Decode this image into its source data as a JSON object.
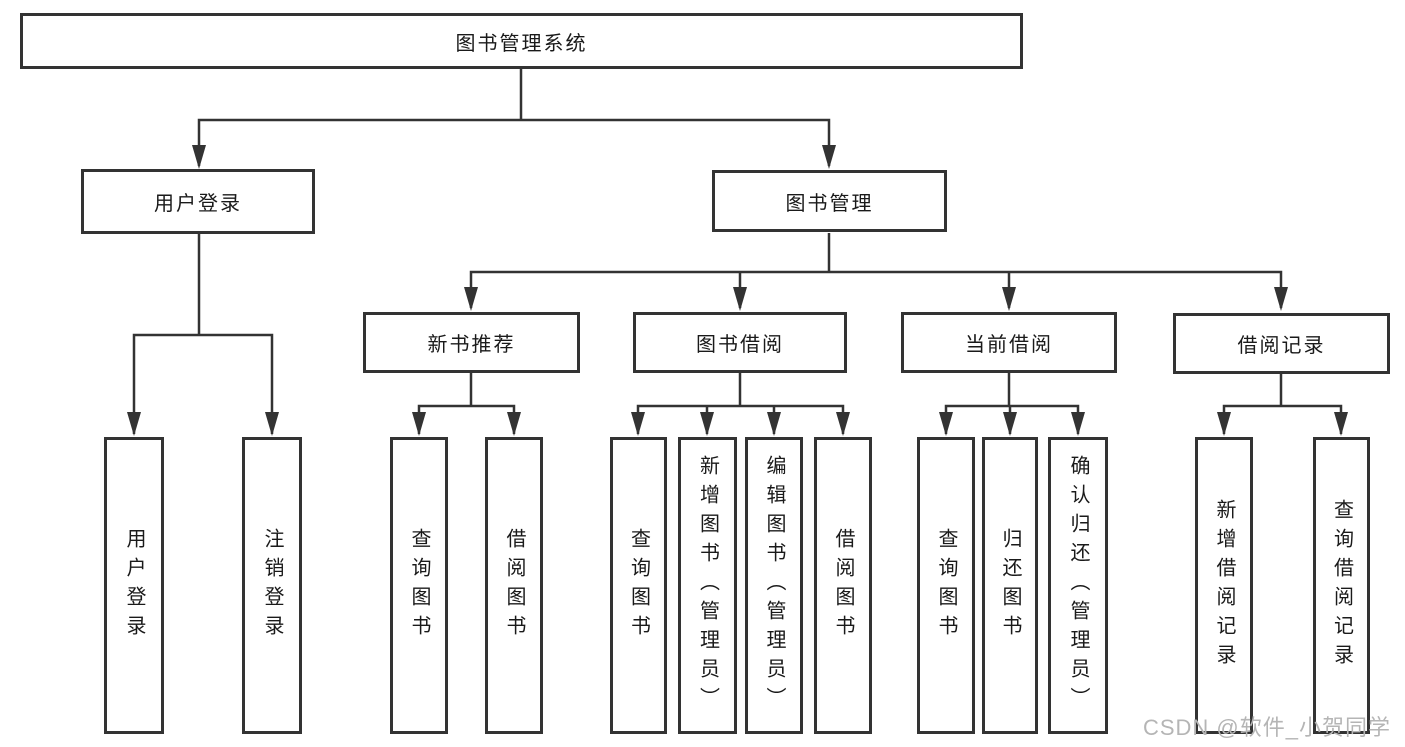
{
  "tree": {
    "root": {
      "label": "图书管理系统"
    },
    "level1": [
      {
        "label": "用户登录"
      },
      {
        "label": "图书管理"
      }
    ],
    "level2": [
      {
        "label": "新书推荐"
      },
      {
        "label": "图书借阅"
      },
      {
        "label": "当前借阅"
      },
      {
        "label": "借阅记录"
      }
    ],
    "leaves": {
      "user": [
        {
          "label": "用户登录"
        },
        {
          "label": "注销登录"
        }
      ],
      "recommend": [
        {
          "label": "查询图书"
        },
        {
          "label": "借阅图书"
        }
      ],
      "borrow": [
        {
          "label": "查询图书"
        },
        {
          "label": "新增图书（管理员）"
        },
        {
          "label": "编辑图书（管理员）"
        },
        {
          "label": "借阅图书"
        }
      ],
      "current": [
        {
          "label": "查询图书"
        },
        {
          "label": "归还图书"
        },
        {
          "label": "确认归还（管理员）"
        }
      ],
      "record": [
        {
          "label": "新增借阅记录"
        },
        {
          "label": "查询借阅记录"
        }
      ]
    }
  },
  "watermark": "CSDN @软件_小贺同学",
  "colors": {
    "line": "#333333",
    "box_border": "#333333",
    "text": "#1a1a1a",
    "watermark": "#b5b5b5",
    "background": "#ffffff"
  }
}
